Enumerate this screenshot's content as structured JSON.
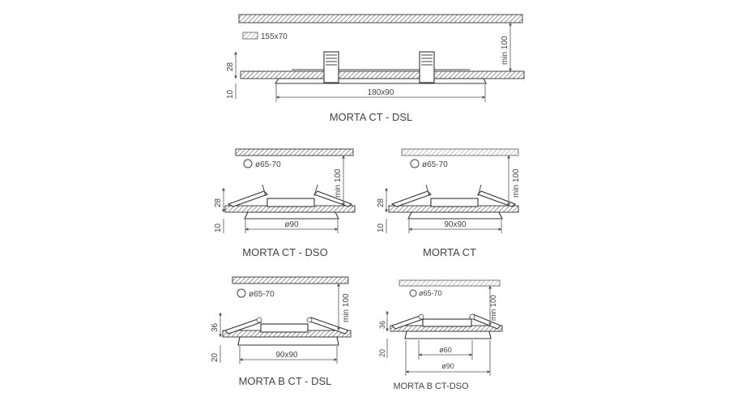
{
  "drawings": [
    {
      "title": "MORTA CT - DSL",
      "cutout": "155x70",
      "ceiling": "min 100",
      "height_top": "28",
      "height_bottom": "10",
      "width": "180x90"
    },
    {
      "title": "MORTA CT - DSO",
      "cutout": "ø65-70",
      "ceiling": "min 100",
      "height_top": "28",
      "height_bottom": "10",
      "width": "ø90"
    },
    {
      "title": "MORTA CT",
      "cutout": "ø65-70",
      "ceiling": "min 100",
      "height_top": "28",
      "height_bottom": "10",
      "width": "90x90"
    },
    {
      "title": "MORTA B CT - DSL",
      "cutout": "ø65-70",
      "ceiling": "min 100",
      "height_top": "36",
      "height_bottom": "20",
      "width": "90x90"
    },
    {
      "title": "MORTA B CT-DSO",
      "cutout": "ø65-70",
      "ceiling": "min 100",
      "height_top": "36",
      "height_bottom": "20",
      "width_inner": "ø60",
      "width": "ø90"
    }
  ]
}
